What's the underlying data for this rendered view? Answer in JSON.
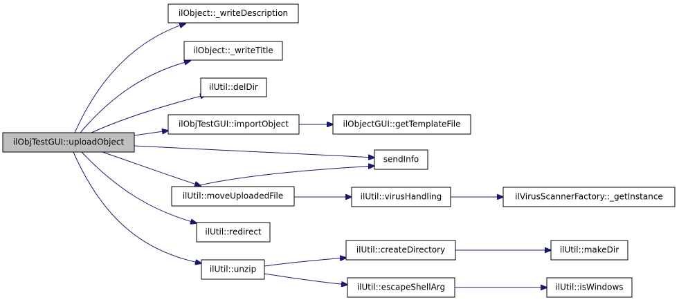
{
  "colors": {
    "edge": "#191970",
    "root_fill": "#bfbfbf",
    "node_fill": "#ffffff",
    "border": "#000000"
  },
  "nodes": {
    "root": "ilObjTestGUI::uploadObject",
    "write_description": "ilObject::_writeDescription",
    "write_title": "ilObject::_writeTitle",
    "del_dir": "ilUtil::delDir",
    "import_object": "ilObjTestGUI::importObject",
    "get_template_file": "ilObjectGUI::getTemplateFile",
    "send_info": "sendInfo",
    "move_uploaded_file": "ilUtil::moveUploadedFile",
    "virus_handling": "ilUtil::virusHandling",
    "get_instance": "ilVirusScannerFactory::_getInstance",
    "redirect": "ilUtil::redirect",
    "unzip": "ilUtil::unzip",
    "create_directory": "ilUtil::createDirectory",
    "make_dir": "ilUtil::makeDir",
    "escape_shell_arg": "ilUtil::escapeShellArg",
    "is_windows": "ilUtil::isWindows"
  }
}
